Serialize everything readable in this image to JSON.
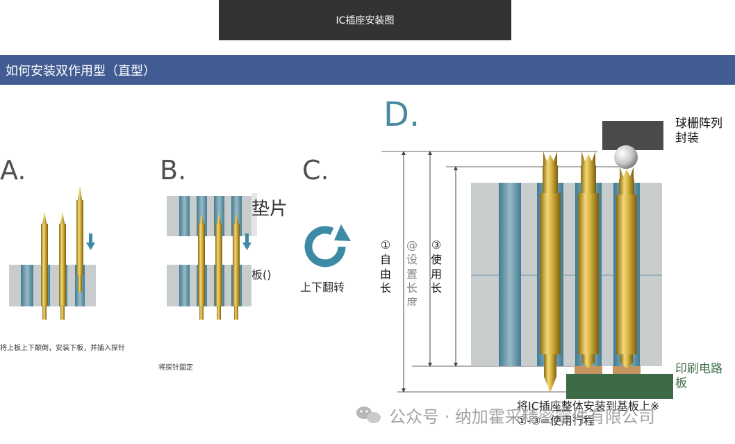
{
  "header": {
    "tab_title": "IC插座安装图"
  },
  "section": {
    "title": "如何安装双作用型（直型）"
  },
  "steps": {
    "a": {
      "letter": "A.",
      "caption": "将上板上下颠倒，安装下板，并插入探针"
    },
    "b": {
      "letter": "B.",
      "caption": "将探针固定",
      "spacer_label": "垫片",
      "board_label": "板()"
    },
    "c": {
      "letter": "C.",
      "flip_label": "上下翻转"
    },
    "d": {
      "letter": "D.",
      "bga_label_line1": "球栅阵列",
      "bga_label_line2": "封装",
      "pcb_label_line1": "印刷电路",
      "pcb_label_line2": "板",
      "dim_free_length": [
        "①",
        "自",
        "由",
        "长"
      ],
      "dim_set_length": [
        "@",
        "设",
        "置",
        "长",
        "度"
      ],
      "dim_use_length": [
        "③",
        "使",
        "用",
        "长"
      ],
      "note_line1": "将IC插座整体安装到基板上※",
      "note_line2": "①-③=使用行程"
    }
  },
  "watermark": {
    "text": "公众号 · 纳加霍采精密零件有限公司"
  },
  "colors": {
    "header_bg": "#333333",
    "section_bg": "#425b92",
    "board_gray": "#c9cccd",
    "hole_teal": "#5a8fa3",
    "probe_gold": "#d4b13e",
    "accent_teal": "#3d8aa6",
    "bga_dark": "#4a4a4a",
    "pcb_green": "#3e6b47",
    "pad_copper": "#c79660"
  }
}
